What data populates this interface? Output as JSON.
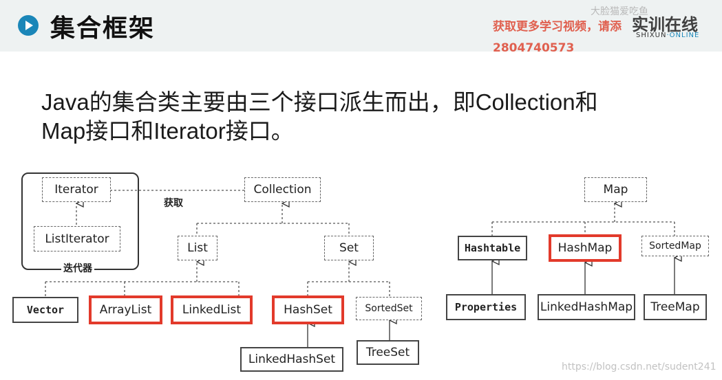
{
  "header": {
    "title": "集合框架",
    "promo_line1": "获取更多学习视频，请添",
    "promo_line2": "2804740573",
    "watermark_top": "大脸猫爱吃鱼",
    "logo_cn": "实训在线",
    "logo_en_prefix": "SHIXUN",
    "logo_en_suffix": "·ONLINE"
  },
  "intro": {
    "line1": "Java的集合类主要由三个接口派生而出，即Collection和",
    "line2": "Map接口和Iterator接口。"
  },
  "diagram": {
    "iterator": "Iterator",
    "list_iterator": "ListIterator",
    "iterator_group_label": "迭代器",
    "obtain_label": "获取",
    "collection": "Collection",
    "list": "List",
    "set": "Set",
    "vector": "Vector",
    "array_list": "ArrayList",
    "linked_list": "LinkedList",
    "hash_set": "HashSet",
    "sorted_set": "SortedSet",
    "linked_hash_set": "LinkedHashSet",
    "tree_set": "TreeSet",
    "map": "Map",
    "hashtable": "Hashtable",
    "hash_map": "HashMap",
    "sorted_map": "SortedMap",
    "properties": "Properties",
    "linked_hash_map": "LinkedHashMap",
    "tree_map": "TreeMap",
    "highlight_color": "#e23a2b"
  },
  "footer": {
    "watermark": "https://blog.csdn.net/sudent241"
  }
}
